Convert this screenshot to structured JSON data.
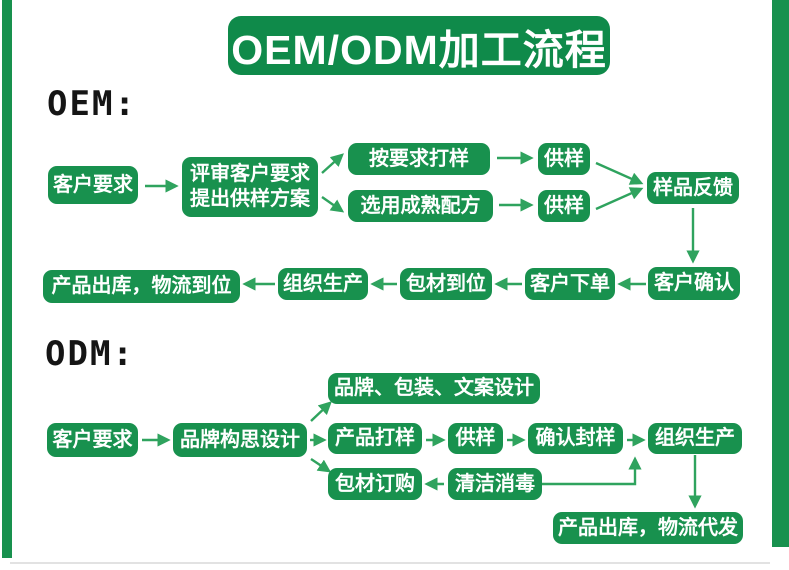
{
  "title": {
    "text": "OEM/ODM加工流程"
  },
  "sections": {
    "oem_label": "OEM:",
    "odm_label": "ODM:"
  },
  "colors": {
    "box_green": "#18914e",
    "arrow_green": "#2fa35e",
    "title_green": "#0f8a4a",
    "stripe_green": "#18914e"
  },
  "nodes": {
    "oem_customer_request": {
      "label": "客户要求"
    },
    "oem_review_proposal": {
      "label": "评审客户要求\n提出供样方案"
    },
    "oem_sample_per_request": {
      "label": "按要求打样"
    },
    "oem_mature_formula": {
      "label": "选用成熟配方"
    },
    "oem_supply_sample_1": {
      "label": "供样"
    },
    "oem_supply_sample_2": {
      "label": "供样"
    },
    "oem_sample_feedback": {
      "label": "样品反馈"
    },
    "oem_customer_confirm": {
      "label": "客户确认"
    },
    "oem_customer_order": {
      "label": "客户下单"
    },
    "oem_packaging_ready": {
      "label": "包材到位"
    },
    "oem_production": {
      "label": "组织生产"
    },
    "oem_delivery": {
      "label": "产品出库，物流到位"
    },
    "odm_customer_request": {
      "label": "客户要求"
    },
    "odm_brand_design": {
      "label": "品牌构思设计"
    },
    "odm_brand_package_copy": {
      "label": "品牌、包装、文案设计"
    },
    "odm_product_sample": {
      "label": "产品打样"
    },
    "odm_supply_sample": {
      "label": "供样"
    },
    "odm_confirm_seal": {
      "label": "确认封样"
    },
    "odm_production": {
      "label": "组织生产"
    },
    "odm_packaging_order": {
      "label": "包材订购"
    },
    "odm_cleaning": {
      "label": "清洁消毒"
    },
    "odm_delivery": {
      "label": "产品出库，物流代发"
    }
  }
}
